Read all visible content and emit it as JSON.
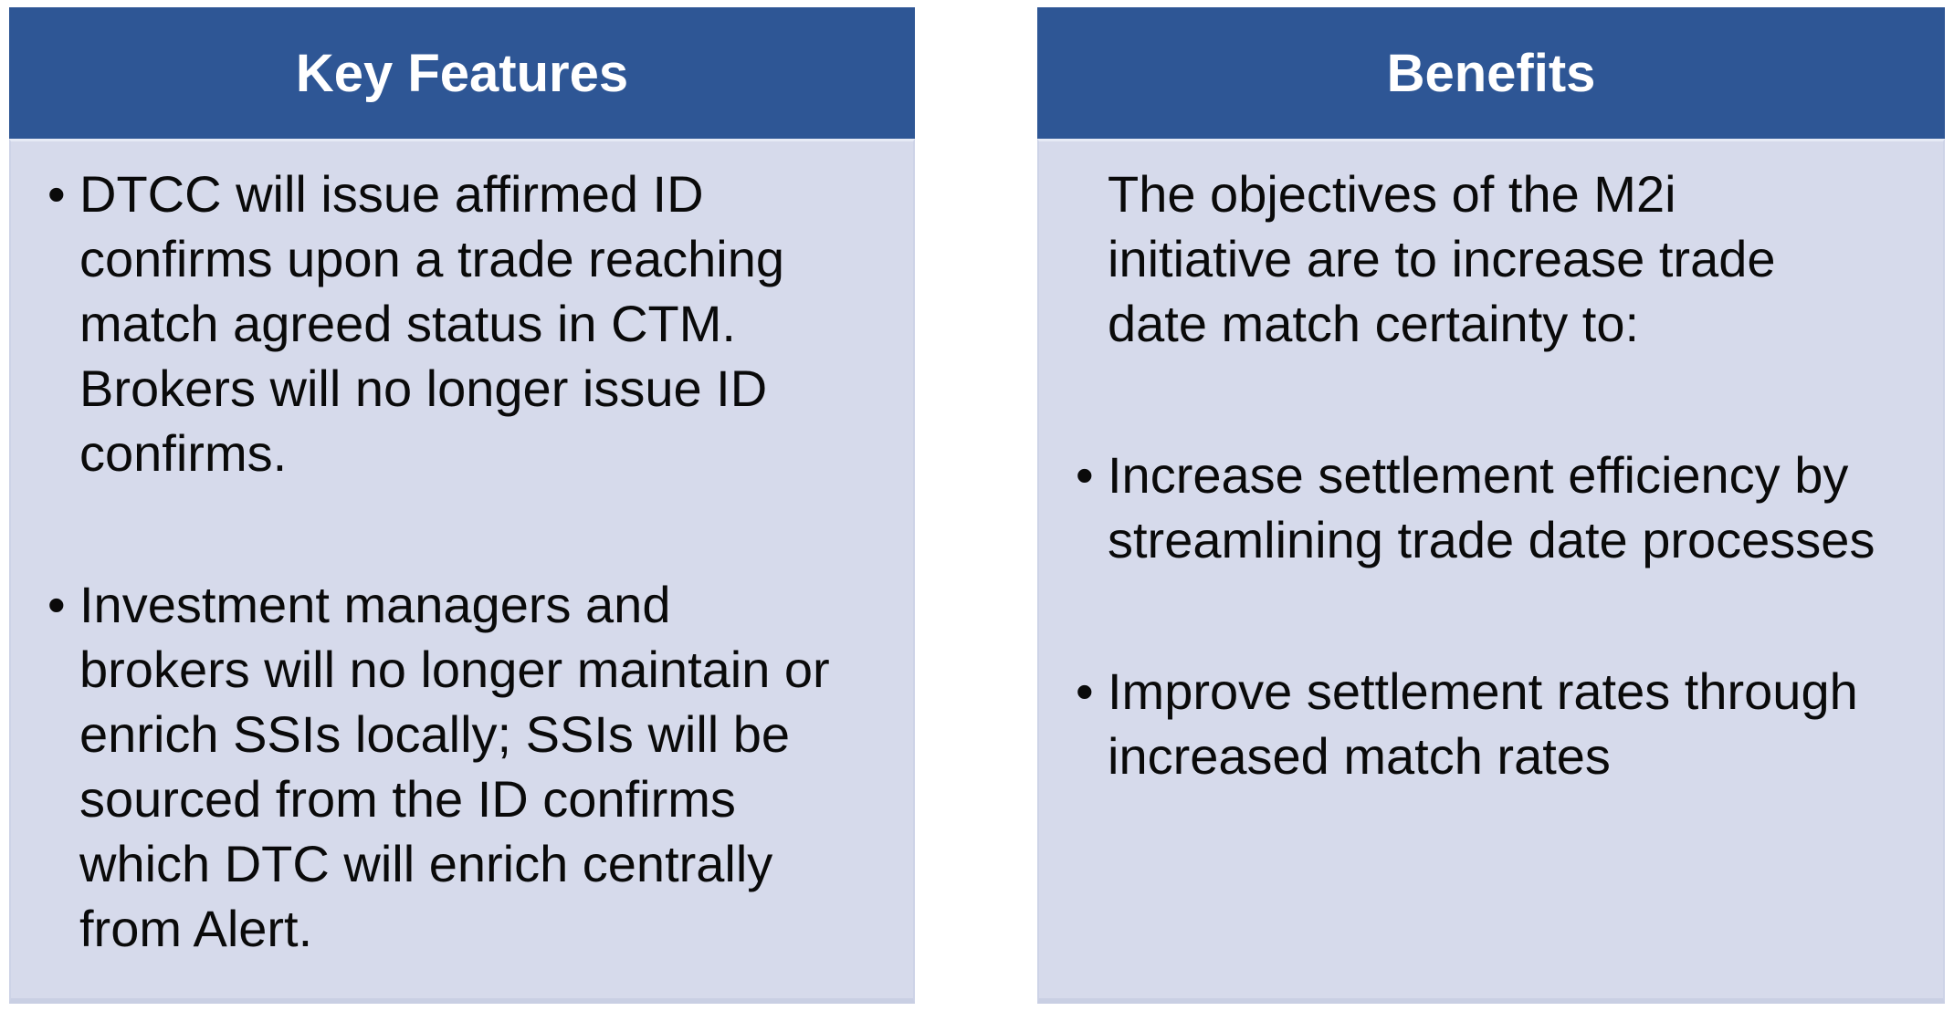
{
  "bullet_glyph": "•",
  "colors": {
    "header_bg": "#2E5695",
    "header_text": "#FFFFFF",
    "body_bg": "#D6DAEB",
    "body_border": "#C9CFE3",
    "body_side_border": "#CDD3E7",
    "separator": "#E6EAF5",
    "body_text": "#0A0A0A",
    "page_bg": "#FFFFFF"
  },
  "panels": [
    {
      "title": "Key Features",
      "items": [
        {
          "type": "bullet",
          "lines": [
            "DTCC will issue affirmed ID",
            "confirms upon a trade reaching",
            "match agreed status in CTM.",
            "Brokers will no longer issue ID",
            "confirms."
          ]
        },
        {
          "type": "bullet",
          "lines": [
            "Investment managers and",
            "brokers will no longer maintain or",
            "enrich SSIs locally; SSIs will be",
            "sourced from the ID confirms",
            "which DTC will enrich centrally",
            "from Alert."
          ]
        }
      ]
    },
    {
      "title": "Benefits",
      "items": [
        {
          "type": "text",
          "lines": [
            "The objectives of the M2i",
            "initiative are to increase trade",
            "date match certainty to:"
          ]
        },
        {
          "type": "bullet",
          "lines": [
            "Increase settlement efficiency by",
            "streamlining trade date processes"
          ]
        },
        {
          "type": "bullet",
          "lines": [
            "Improve settlement rates through",
            "increased match rates"
          ]
        }
      ]
    }
  ]
}
